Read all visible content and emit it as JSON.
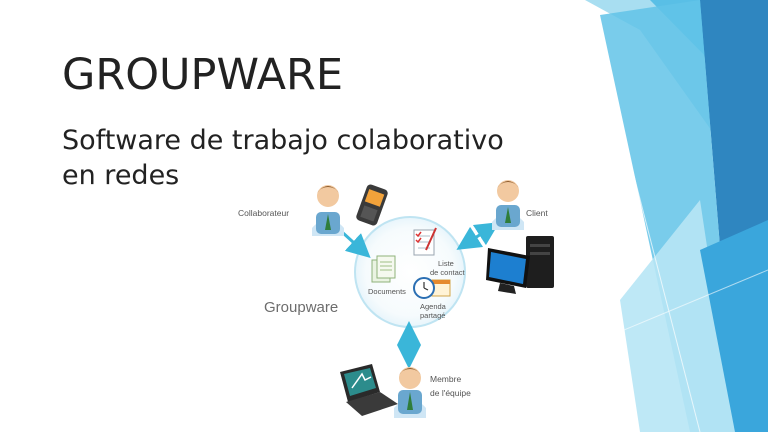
{
  "slide": {
    "title": "GROUPWARE",
    "subtitle_line1": "Software de trabajo colaborativo",
    "subtitle_line2": "en redes"
  },
  "diagram": {
    "center_label": "Groupware",
    "inner_items": [
      {
        "label": "Liste",
        "icon": "checklist-icon"
      },
      {
        "label": "de contact",
        "icon": "checklist-icon"
      },
      {
        "label": "Documents",
        "icon": "documents-icon"
      },
      {
        "label": "Agenda",
        "icon": "clock-calendar-icon"
      },
      {
        "label": "partagé",
        "icon": "clock-calendar-icon"
      }
    ],
    "nodes": [
      {
        "label": "Collaborateur",
        "icons": [
          "person-icon",
          "mobile-phone-icon"
        ]
      },
      {
        "label": "Client",
        "icons": [
          "person-icon",
          "desktop-computer-icon"
        ]
      },
      {
        "label_line1": "Membre",
        "label_line2": "de l'équipe",
        "icons": [
          "person-icon",
          "laptop-icon"
        ]
      }
    ]
  },
  "colors": {
    "accent_light": "#8fd3ec",
    "accent_mid": "#3fb0de",
    "accent_dark": "#2a7eb8",
    "arrow": "#3ab6d9",
    "text": "#222222"
  }
}
